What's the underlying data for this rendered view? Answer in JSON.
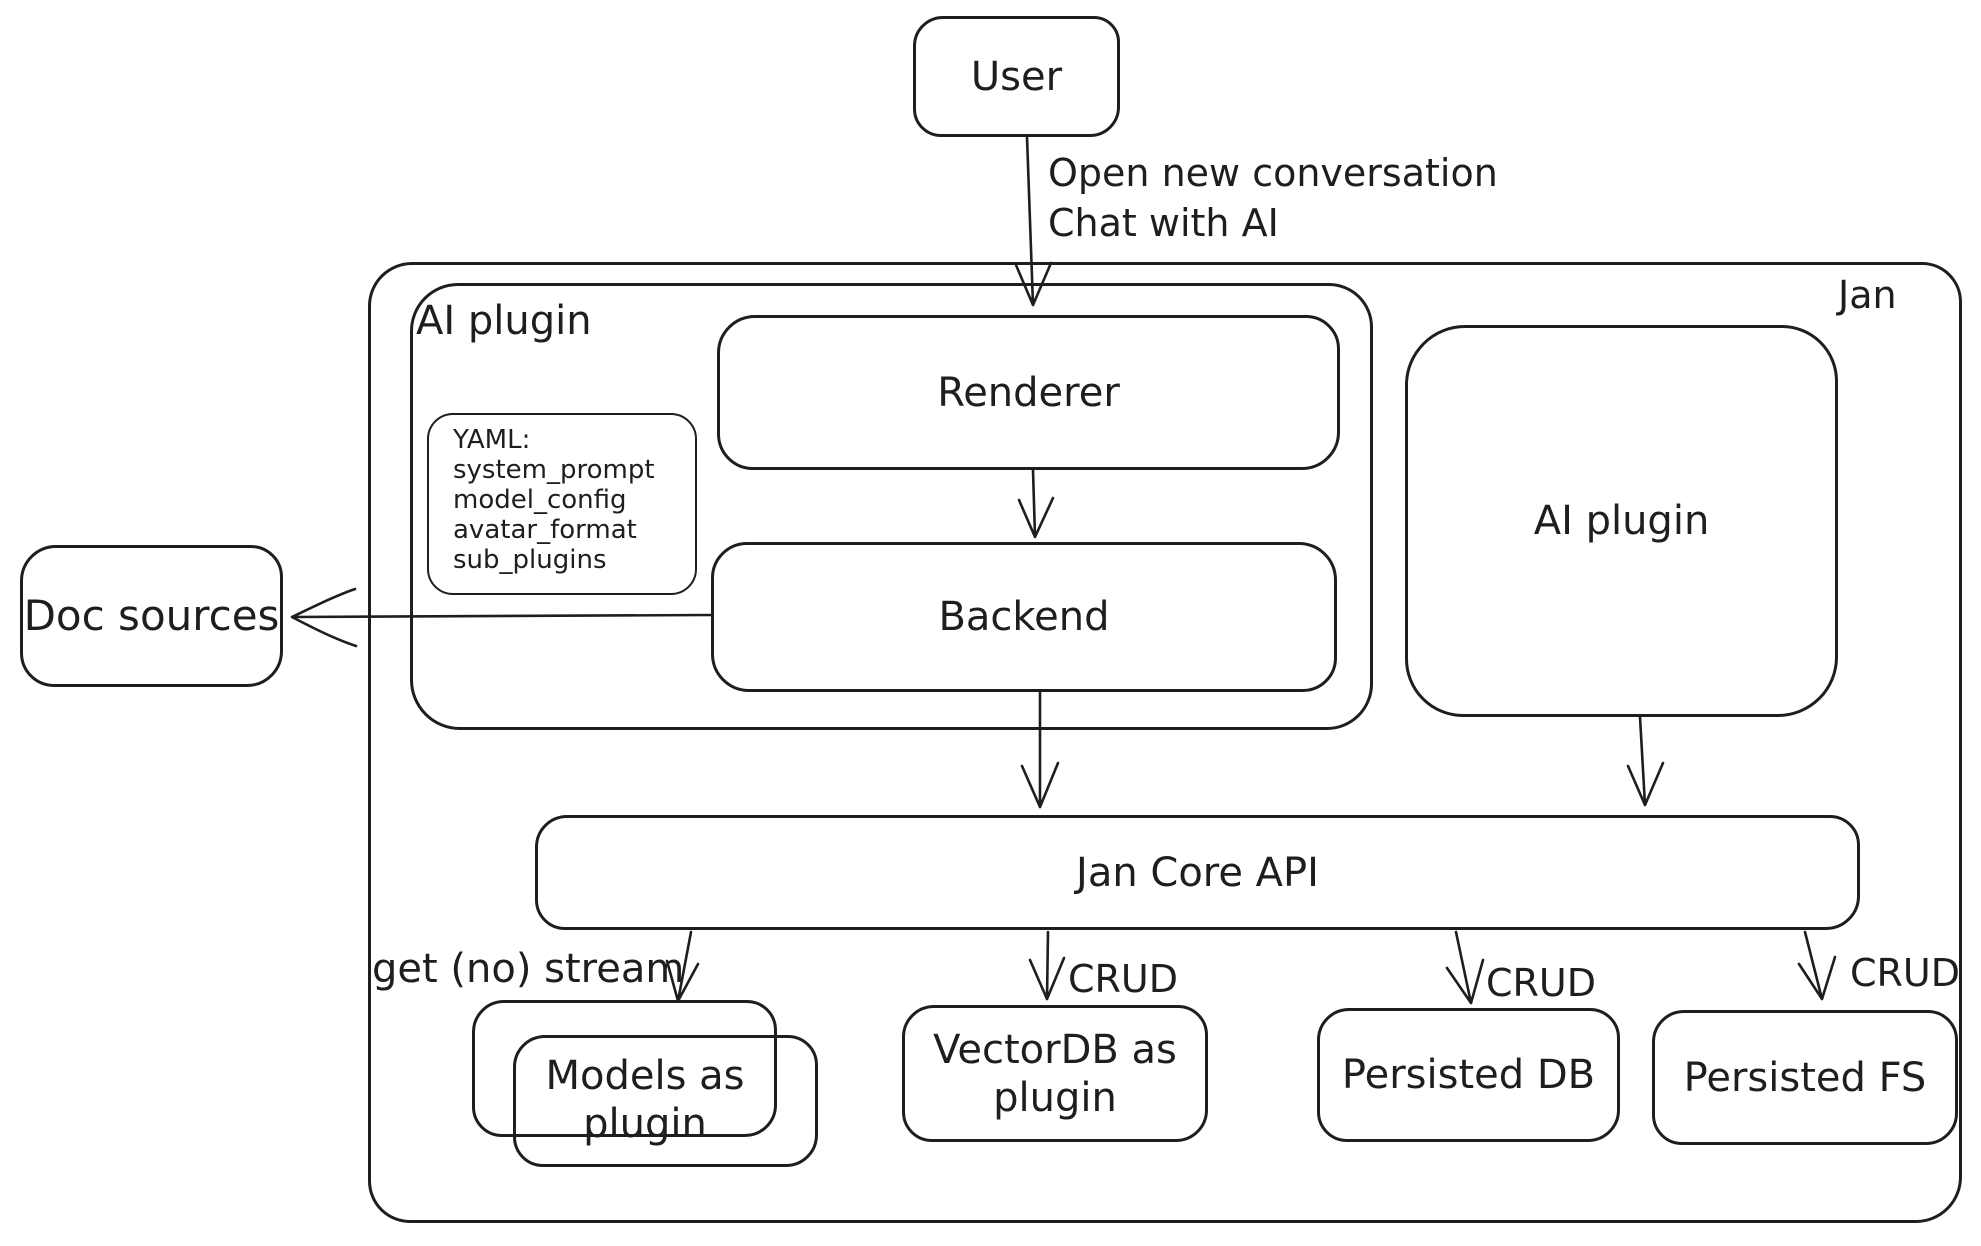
{
  "colors": {
    "stroke": "#1e1e1e",
    "background": "#ffffff"
  },
  "nodes": {
    "user": "User",
    "jan": "Jan",
    "ai_plugin_container": "AI plugin",
    "renderer": "Renderer",
    "backend": "Backend",
    "doc_sources": "Doc sources",
    "ai_plugin_right": "AI plugin",
    "jan_core_api": "Jan Core API",
    "models_as_plugin": "Models as plugin",
    "vectordb_as_plugin": "VectorDB as plugin",
    "persisted_db": "Persisted DB",
    "persisted_fs": "Persisted FS"
  },
  "note": {
    "title": "YAML:",
    "lines": [
      "system_prompt",
      "model_config",
      "avatar_format",
      "sub_plugins"
    ]
  },
  "edge_labels": {
    "user_to_renderer_line1": "Open new conversation",
    "user_to_renderer_line2": "Chat with AI",
    "get_no_stream": "get (no) stream",
    "crud_vectordb": "CRUD",
    "crud_persisted_db": "CRUD",
    "crud_persisted_fs": "CRUD"
  }
}
